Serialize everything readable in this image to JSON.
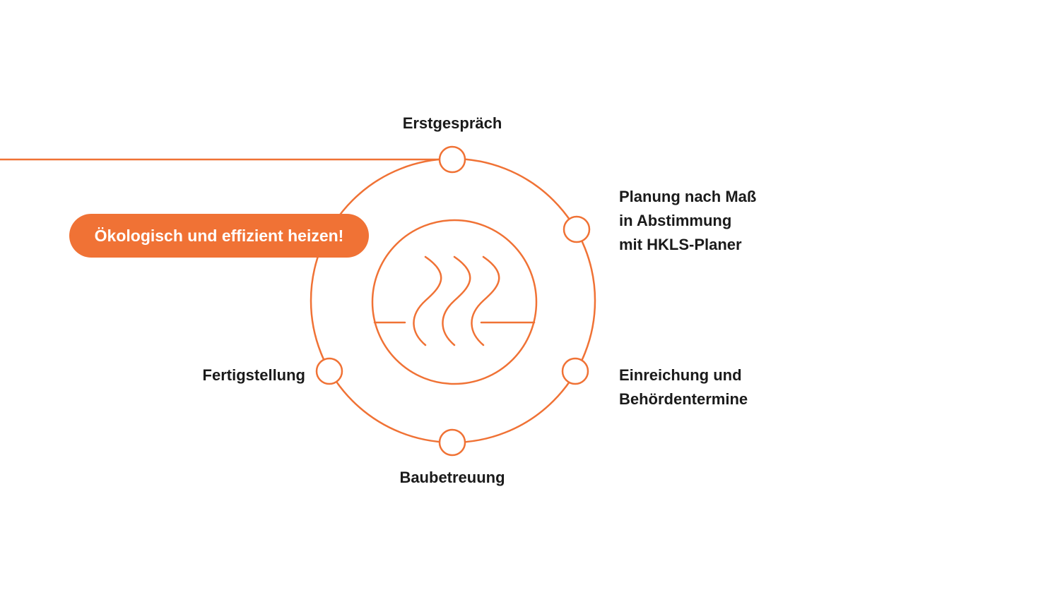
{
  "colors": {
    "accent": "#f07235",
    "text": "#1a1a1a",
    "background": "#ffffff"
  },
  "badge": {
    "text": "Ökologisch und effizient heizen!"
  },
  "center_icon": {
    "name": "heat-waves-icon"
  },
  "steps": [
    {
      "id": "erstgespraech",
      "lines": [
        "Erstgespräch"
      ]
    },
    {
      "id": "planung",
      "lines": [
        "Planung nach Maß",
        "in Abstimmung",
        "mit HKLS-Planer"
      ]
    },
    {
      "id": "einreichung",
      "lines": [
        "Einreichung und",
        "Behördentermine"
      ]
    },
    {
      "id": "baubetreuung",
      "lines": [
        "Baubetreuung"
      ]
    },
    {
      "id": "fertigstellung",
      "lines": [
        "Fertigstellung"
      ]
    }
  ]
}
